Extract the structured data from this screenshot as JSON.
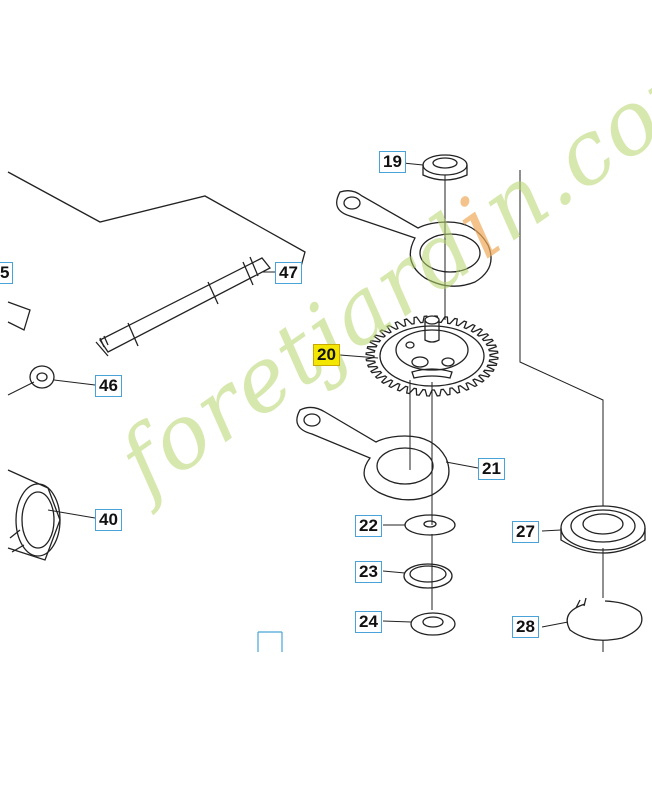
{
  "callouts": {
    "c19": "19",
    "c5": "5",
    "c47": "47",
    "c20": "20",
    "c46": "46",
    "c21": "21",
    "c40": "40",
    "c22": "22",
    "c27": "27",
    "c23": "23",
    "c24": "24",
    "c28": "28"
  },
  "watermark": {
    "prefix": "foretjard",
    "dot_char": "i",
    "suffix": "n.com"
  },
  "colors": {
    "highlight": "#f3e600",
    "callout_border": "#4aa3d8",
    "line": "#222222"
  }
}
